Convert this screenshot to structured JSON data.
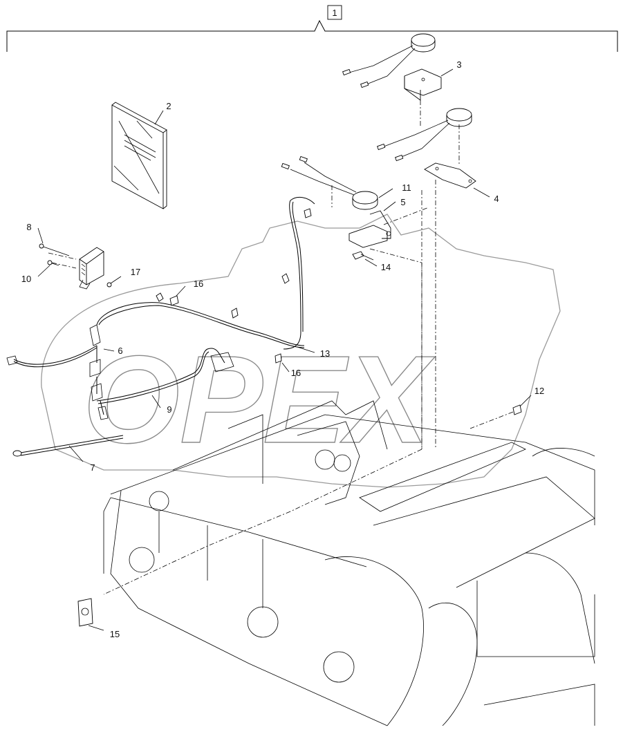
{
  "assembly_label": "1",
  "watermark": "OPEX",
  "callouts": [
    {
      "id": "c2",
      "label": "2"
    },
    {
      "id": "c3",
      "label": "3"
    },
    {
      "id": "c4",
      "label": "4"
    },
    {
      "id": "c5",
      "label": "5"
    },
    {
      "id": "c6",
      "label": "6"
    },
    {
      "id": "c7",
      "label": "7"
    },
    {
      "id": "c8",
      "label": "8"
    },
    {
      "id": "c9",
      "label": "9"
    },
    {
      "id": "c10",
      "label": "10"
    },
    {
      "id": "c11",
      "label": "11"
    },
    {
      "id": "c12",
      "label": "12"
    },
    {
      "id": "c13",
      "label": "13"
    },
    {
      "id": "c14",
      "label": "14"
    },
    {
      "id": "c15",
      "label": "15"
    },
    {
      "id": "c16a",
      "label": "16"
    },
    {
      "id": "c16b",
      "label": "16"
    },
    {
      "id": "c17",
      "label": "17"
    }
  ]
}
